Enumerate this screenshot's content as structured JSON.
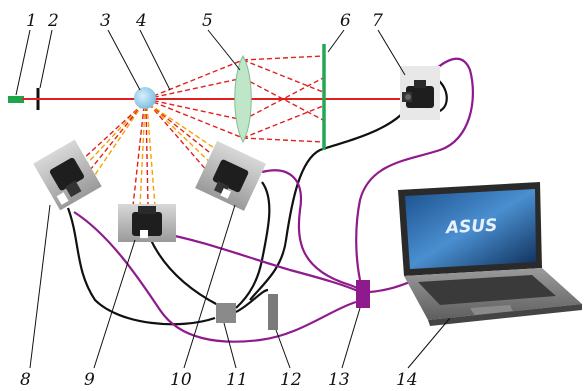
{
  "labels": {
    "l1": "1",
    "l2": "2",
    "l3": "3",
    "l4": "4",
    "l5": "5",
    "l6": "6",
    "l7": "7",
    "l8": "8",
    "l9": "9",
    "l10": "10",
    "l11": "11",
    "l12": "12",
    "l13": "13",
    "l14": "14"
  },
  "laptop": {
    "brand": "ASUS"
  },
  "colors": {
    "laser_beam": "#e0201e",
    "laser_source": "#1ea54a",
    "screen": "#22a855",
    "lens": "#bfe6c8",
    "scatter_center": "#9fd3ef",
    "usb_cable": "#8e1a8e",
    "trigger_cable": "#111111",
    "scattered_light": "#f3a200"
  }
}
